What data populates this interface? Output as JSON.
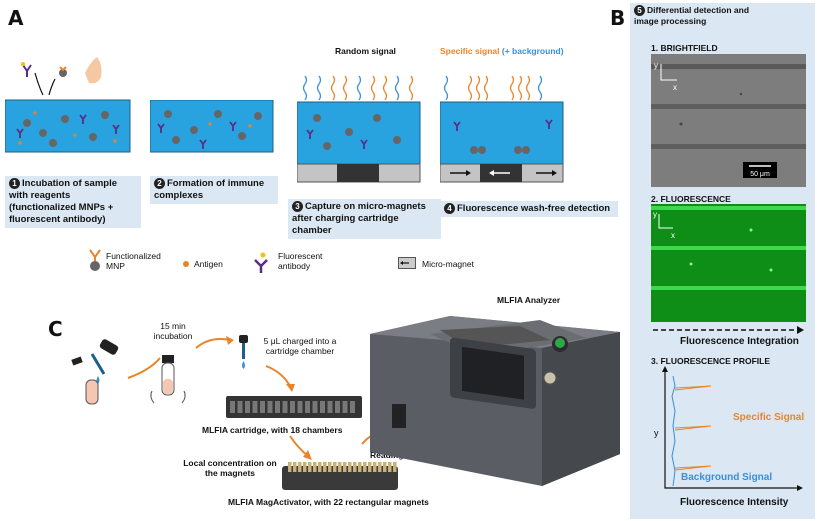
{
  "panelA": {
    "letter": "A",
    "step1": {
      "num": "1",
      "text": "Incubation of sample with reagents (functionalized MNPs + fluorescent antibody)"
    },
    "step2": {
      "num": "2",
      "text": "Formation of immune complexes"
    },
    "step3": {
      "num": "3",
      "text": "Capture on micro-magnets after charging cartridge chamber"
    },
    "step4": {
      "num": "4",
      "text": "Fluorescence wash-free detection"
    },
    "random_signal": "Random signal",
    "specific_signal": "Specific signal",
    "background_note": "(+ background)"
  },
  "legend": {
    "mnp": "Functionalized MNP",
    "antigen": "Antigen",
    "antibody": "Fluorescent antibody",
    "magnet": "Micro-magnet"
  },
  "panelB": {
    "letter": "B",
    "step5": {
      "num": "5",
      "text": "Differential detection and image processing"
    },
    "brightfield": "1. BRIGHTFIELD",
    "fluorescence": "2. FLUORESCENCE",
    "profile": "3. FLUORESCENCE PROFILE",
    "scale": "50 μm",
    "axis_y": "y",
    "axis_x": "x",
    "integration": "Fluorescence Integration",
    "specific_signal": "Specific Signal",
    "background_signal": "Background Signal",
    "intensity": "Fluorescence Intensity",
    "colors": {
      "specific": "#e8852a",
      "background": "#3b8fd6",
      "fluor": "#13a81e"
    }
  },
  "panelC": {
    "letter": "C",
    "incubation": "15 min incubation",
    "charged": "5 μL charged into a cartridge chamber",
    "analyzer": "MLFIA Analyzer",
    "cartridge": "MLFIA cartridge, with 18 chambers",
    "local": "Local concentration on the magnets",
    "reading": "Reading & Analysis",
    "magactivator": "MLFIA MagActivator, with 22 rectangular magnets"
  }
}
